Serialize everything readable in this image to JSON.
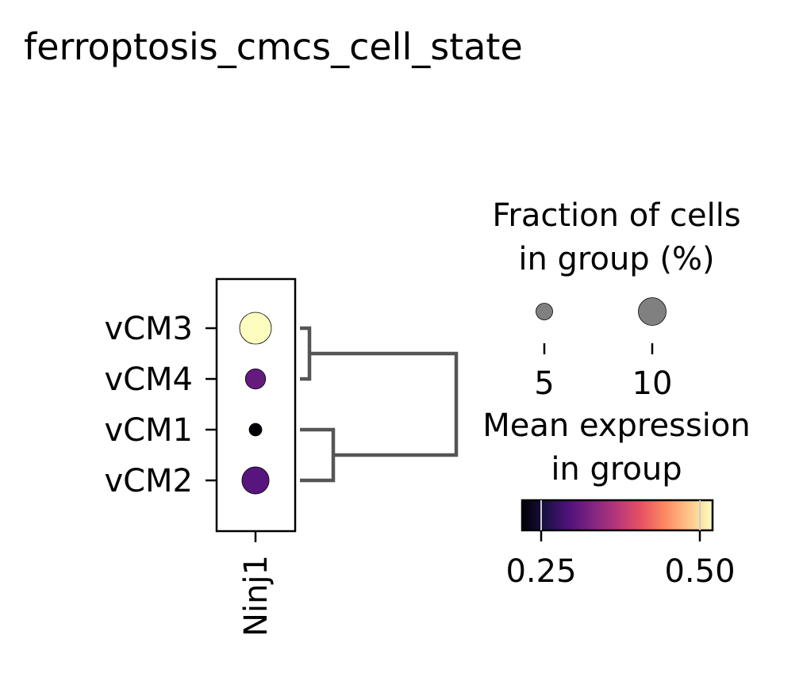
{
  "chart_data": {
    "type": "dotplot",
    "title": "ferroptosis_cmcs_cell_state",
    "genes": [
      "Ninj1"
    ],
    "groups": [
      "vCM3",
      "vCM4",
      "vCM1",
      "vCM2"
    ],
    "values": [
      {
        "group": "vCM3",
        "gene": "Ninj1",
        "fraction_pct": 11.8,
        "mean_expression": 0.52
      },
      {
        "group": "vCM4",
        "gene": "Ninj1",
        "fraction_pct": 6.6,
        "mean_expression": 0.31
      },
      {
        "group": "vCM1",
        "gene": "Ninj1",
        "fraction_pct": 3.2,
        "mean_expression": 0.22
      },
      {
        "group": "vCM2",
        "gene": "Ninj1",
        "fraction_pct": 9.7,
        "mean_expression": 0.3
      }
    ],
    "dendrogram": [
      {
        "left": "vCM3",
        "right": "vCM4"
      },
      {
        "left": "vCM1",
        "right": "vCM2"
      },
      {
        "left": [
          "vCM3",
          "vCM4"
        ],
        "right": [
          "vCM1",
          "vCM2"
        ]
      }
    ],
    "size_legend": {
      "title_lines": [
        "Fraction of cells",
        "in group (%)"
      ],
      "ticks": [
        5,
        10
      ],
      "tick_labels": [
        "5",
        "10"
      ]
    },
    "color_legend": {
      "title_lines": [
        "Mean expression",
        "in group"
      ],
      "colormap": "magma",
      "range": [
        0.22,
        0.52
      ],
      "ticks": [
        0.25,
        0.5
      ],
      "tick_labels": [
        "0.25",
        "0.50"
      ]
    },
    "colors": {
      "dendrogram": "#555555",
      "size_legend_fill": "#808080",
      "colormap_stops": [
        "#000004",
        "#1d1147",
        "#51127c",
        "#822681",
        "#b73779",
        "#e75263",
        "#fc8961",
        "#fec488",
        "#fcfdbf"
      ]
    }
  }
}
